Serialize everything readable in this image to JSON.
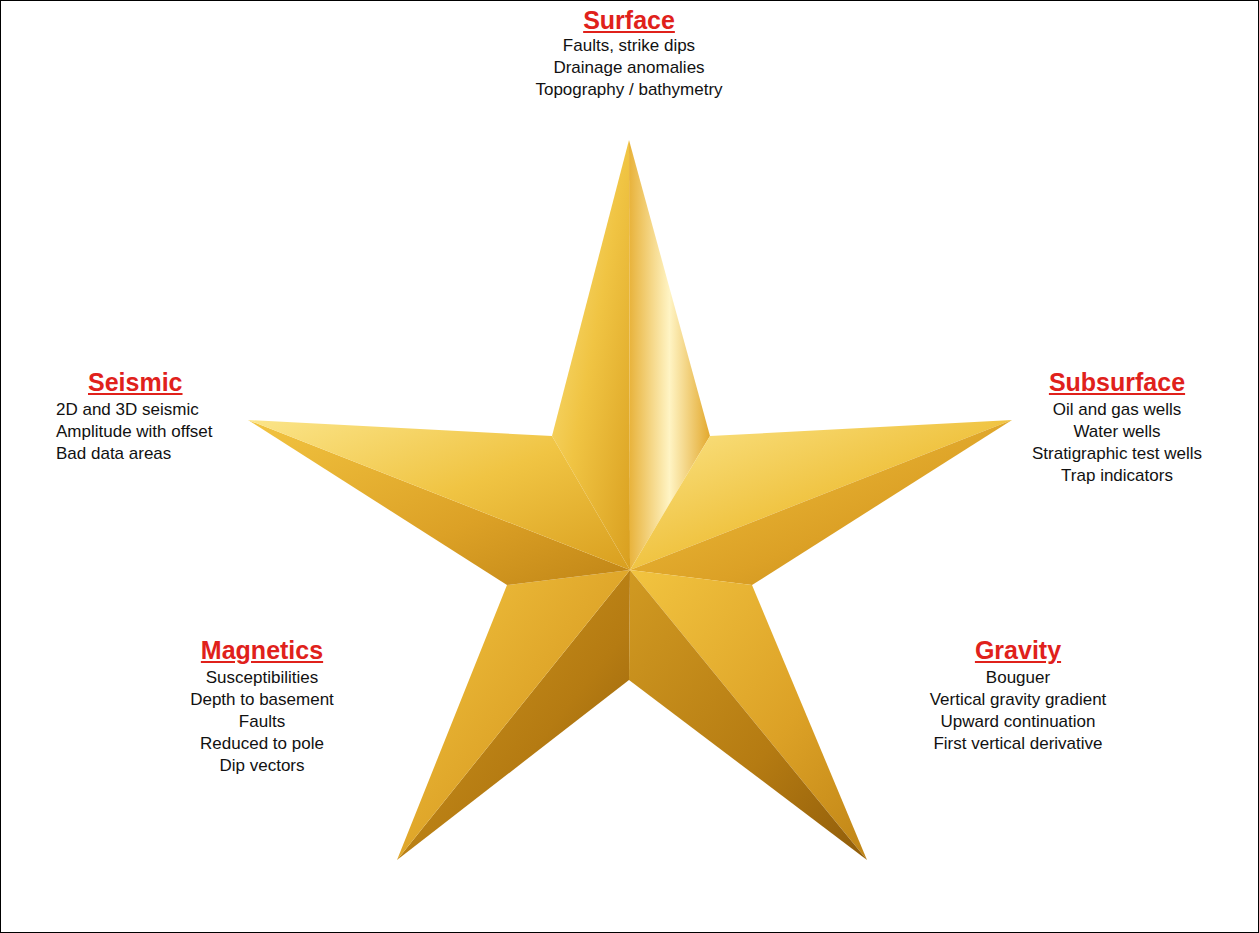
{
  "diagram": {
    "labels": [
      "Surface",
      "Faults, strike dips",
      "Drainage anomalies",
      "Topography / bathymetry",
      "Seismic",
      "2D and 3D seismic",
      "Amplitude with offset",
      "Bad data areas",
      "Subsurface",
      "Oil and gas wells",
      "Water wells",
      "Stratigraphic test wells",
      "Trap indicators",
      "Magnetics",
      "Susceptibilities",
      "Depth to basement",
      "Faults",
      "Reduced to pole",
      "Dip vectors",
      "Gravity",
      "Bouguer",
      "Vertical gravity gradient",
      "Upward continuation",
      "First vertical derivative"
    ]
  }
}
